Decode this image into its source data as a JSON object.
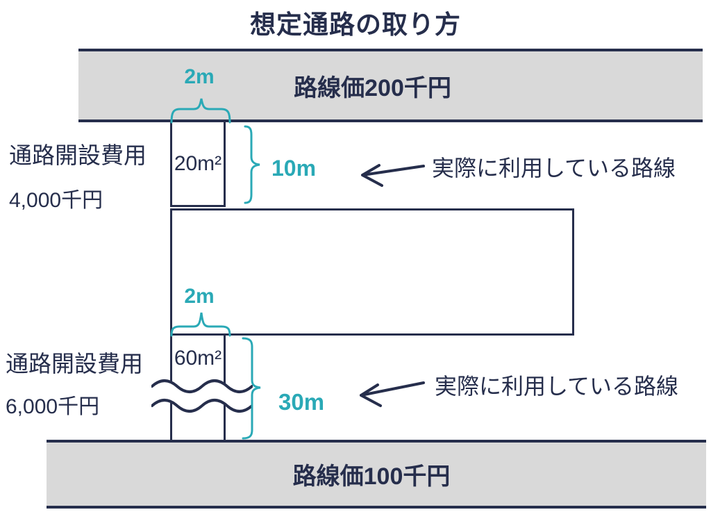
{
  "title": "想定通路の取り方",
  "colors": {
    "navy": "#262e4c",
    "teal": "#2aa9b6",
    "road_fill": "#d9d9d9",
    "background": "#ffffff"
  },
  "top_road": {
    "label": "路線価200千円"
  },
  "bottom_road": {
    "label": "路線価100千円"
  },
  "upper_passage": {
    "width_label": "2m",
    "area_label": "20m²",
    "length_label": "10m",
    "cost_line1": "通路開設費用",
    "cost_line2": "4,000千円",
    "arrow_note": "実際に利用している路線"
  },
  "lower_passage": {
    "width_label": "2m",
    "area_label": "60m²",
    "length_label": "30m",
    "cost_line1": "通路開設費用",
    "cost_line2": "6,000千円",
    "arrow_note": "実際に利用している路線"
  }
}
